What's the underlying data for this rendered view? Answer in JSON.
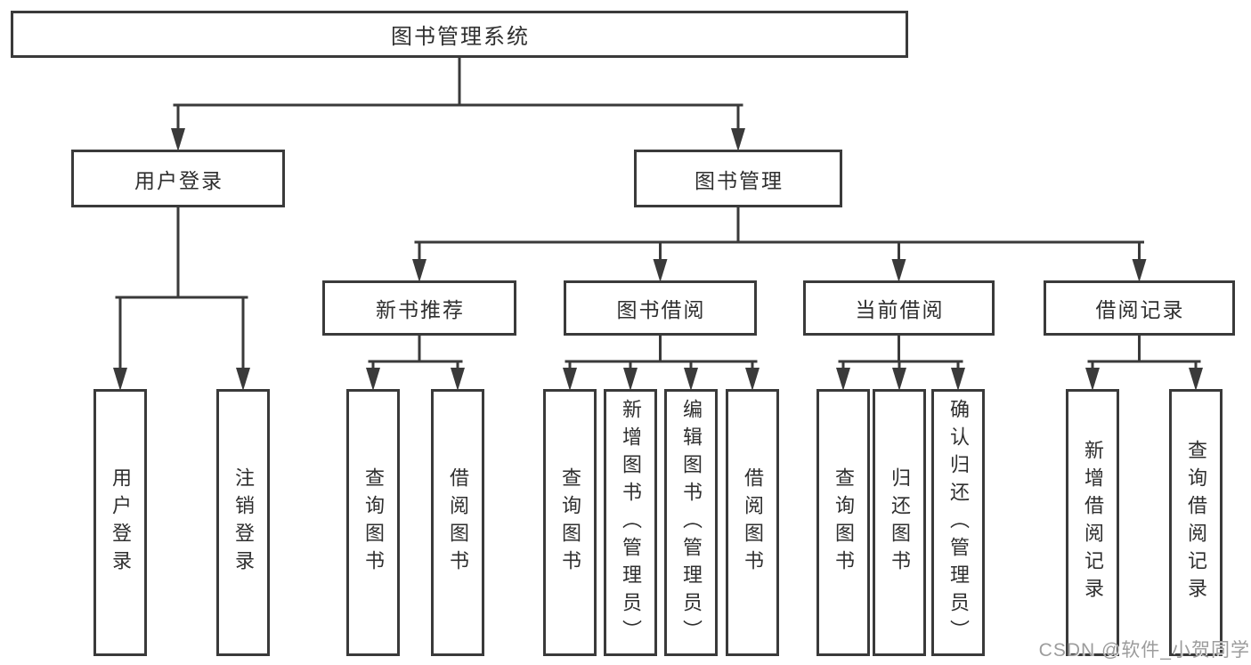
{
  "diagram_type": "tree",
  "tree": {
    "label": "图书管理系统",
    "children": [
      {
        "label": "用户登录",
        "children": [
          {
            "label": "用户登录"
          },
          {
            "label": "注销登录"
          }
        ]
      },
      {
        "label": "图书管理",
        "children": [
          {
            "label": "新书推荐",
            "children": [
              {
                "label": "查询图书"
              },
              {
                "label": "借阅图书"
              }
            ]
          },
          {
            "label": "图书借阅",
            "children": [
              {
                "label": "查询图书"
              },
              {
                "label": "新增图书（管理员）"
              },
              {
                "label": "编辑图书（管理员）"
              },
              {
                "label": "借阅图书"
              }
            ]
          },
          {
            "label": "当前借阅",
            "children": [
              {
                "label": "查询图书"
              },
              {
                "label": "归还图书"
              },
              {
                "label": "确认归还（管理员）"
              }
            ]
          },
          {
            "label": "借阅记录",
            "children": [
              {
                "label": "新增借阅记录"
              },
              {
                "label": "查询借阅记录"
              }
            ]
          }
        ]
      }
    ]
  },
  "watermark": "CSDN @软件_小贺同学",
  "colors": {
    "line": "#3a3a3a",
    "box_border": "#3a3a3a",
    "text": "#2f2f2f",
    "watermark": "#9c9c9c",
    "background": "#ffffff"
  }
}
